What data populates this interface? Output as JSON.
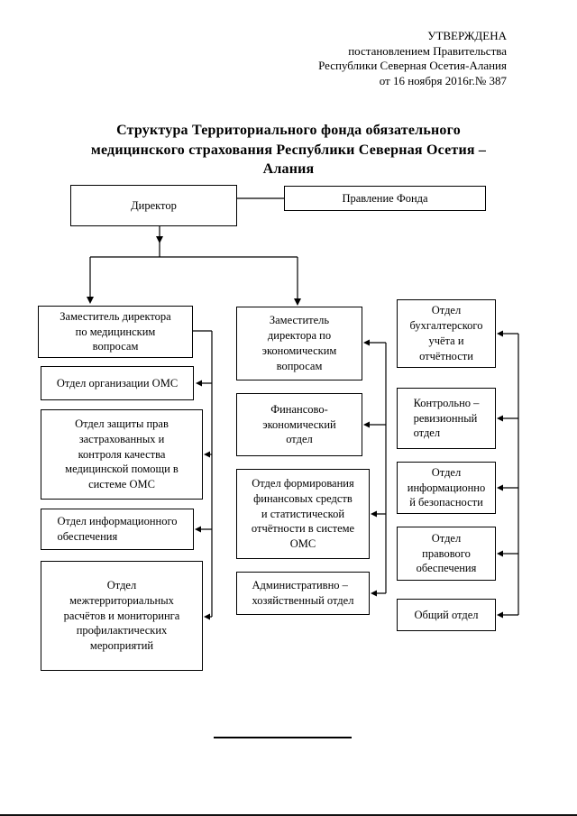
{
  "approval": {
    "lines": [
      "УТВЕРЖДЕНА",
      "постановлением Правительства",
      "Республики Северная Осетия-Алания",
      "от 16 ноября 2016г.№ 387"
    ]
  },
  "title": "Структура Территориального фонда обязательного\nмедицинского страхования Республики Северная Осетия –\nАлания",
  "org": {
    "director": "Директор",
    "board": "Правление Фонда",
    "left": {
      "deputy": "Заместитель директора\nпо медицинским\nвопросам",
      "oms": "Отдел организации ОМС",
      "rights": "Отдел защиты прав\nзастрахованных и\nконтроля качества\nмедицинской помощи  в\nсистеме ОМС",
      "info": "Отдел информационного\nобеспечения",
      "inter": "Отдел\nмежтерриториальных\nрасчётов и мониторинга\nпрофилактических\nмероприятий"
    },
    "middle": {
      "deputy": "Заместитель\nдиректора по\nэкономическим\nвопросам",
      "finecon": "Финансово-\nэкономический\nотдел",
      "finform": "Отдел формирования\nфинансовых средств\nи статистической\nотчётности в системе\nОМС",
      "admin": "Административно –\nхозяйственный отдел"
    },
    "right": {
      "accounting": "Отдел\nбухгалтерского\nучёта и\nотчётности",
      "control": "Контрольно –\nревизионный\nотдел",
      "infosec": "Отдел\nинформационно\nй безопасности",
      "legal": "Отдел\nправового\nобеспечения",
      "general": "Общий отдел"
    }
  }
}
